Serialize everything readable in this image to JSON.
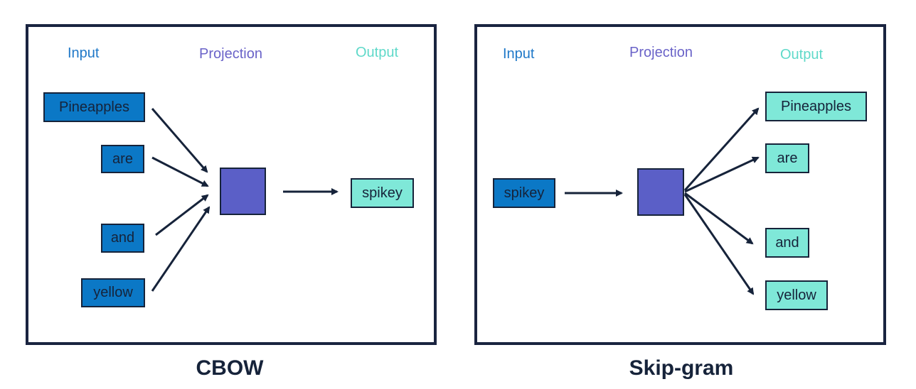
{
  "cbow": {
    "headings": {
      "input": "Input",
      "projection": "Projection",
      "output": "Output"
    },
    "inputs": [
      "Pineapples",
      "are",
      "and",
      "yellow"
    ],
    "output": "spikey",
    "caption": "CBOW"
  },
  "skipgram": {
    "headings": {
      "input": "Input",
      "projection": "Projection",
      "output": "Output"
    },
    "input": "spikey",
    "outputs": [
      "Pineapples",
      "are",
      "and",
      "yellow"
    ],
    "caption": "Skip-gram"
  },
  "colors": {
    "border": "#1a2440",
    "input_box": "#0b78c6",
    "output_box": "#7fe8d8",
    "projection_box": "#5b5fc7",
    "heading_input": "#1f78c8",
    "heading_projection": "#6a63c8",
    "heading_output": "#5fd9c9"
  }
}
